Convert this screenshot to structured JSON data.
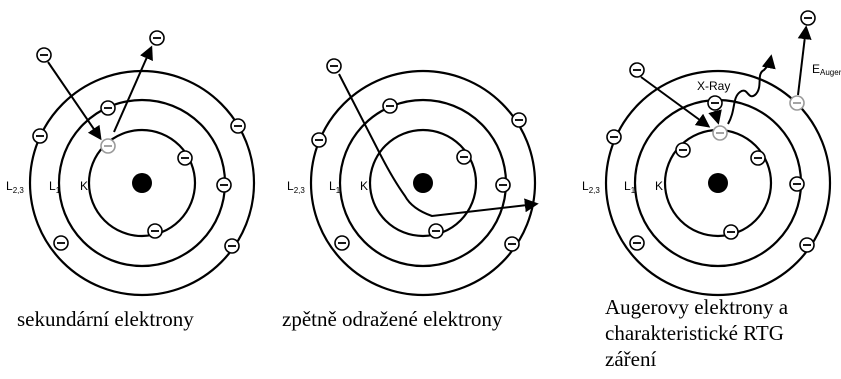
{
  "diagram": {
    "shell_labels": {
      "l23_main": "L",
      "l23_sub": "2,3",
      "l1_main": "L",
      "l1_sub": "1",
      "k": "K"
    },
    "electron_symbol": "−",
    "panels": [
      {
        "caption": "sekundární elektrony"
      },
      {
        "caption": "zpětně odražené elektrony"
      },
      {
        "caption_lines": [
          "Augerovy elektrony a",
          "charakteristické RTG",
          "záření"
        ],
        "xray_label": "X-Ray",
        "auger_main": "E",
        "auger_sub": "Auger"
      }
    ]
  }
}
